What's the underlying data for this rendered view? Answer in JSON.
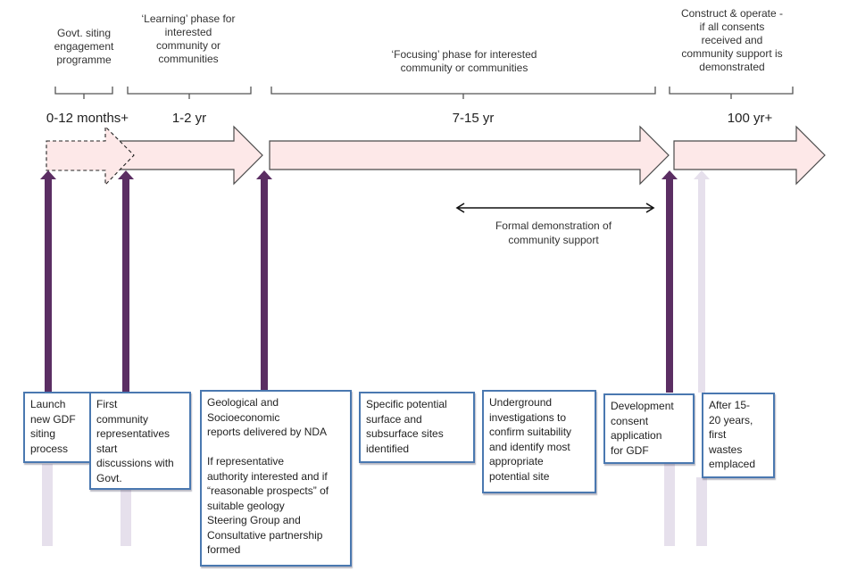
{
  "phases": [
    {
      "label": "Govt. siting\nengagement\nprogramme",
      "duration": "0-12 months+"
    },
    {
      "label": "‘Learning’ phase for\ninterested\ncommunity or\ncommunities",
      "duration": "1-2 yr"
    },
    {
      "label": "‘Focusing’ phase for interested\ncommunity or communities",
      "duration": "7-15 yr"
    },
    {
      "label": "Construct & operate -\nif all consents\nreceived and\ncommunity support is\ndemonstrated",
      "duration": "100 yr+"
    }
  ],
  "formal_demonstration": "Formal demonstration of\ncommunity support",
  "milestones": [
    {
      "text": "Launch\nnew GDF\nsiting\nprocess"
    },
    {
      "text": "First\ncommunity\nrepresentatives\nstart\ndiscussions with\nGovt."
    },
    {
      "text": "Geological and\nSocioeconomic\nreports delivered by NDA\n\nIf representative\nauthority interested and if\n“reasonable prospects” of\nsuitable geology\nSteering Group and\nConsultative partnership\nformed"
    },
    {
      "text": "Specific potential\nsurface and\nsubsurface sites\nidentified"
    },
    {
      "text": "Underground\ninvestigations to\nconfirm suitability\nand identify most\nappropriate\npotential site"
    },
    {
      "text": "Development\nconsent\napplication\nfor GDF"
    },
    {
      "text": "After 15-\n20 years,\nfirst\nwastes\nemplaced"
    }
  ],
  "colors": {
    "arrow_fill": "#fde8e8",
    "arrow_stroke": "#5a5a5a",
    "milestone_arrow": "#5b2e63",
    "future_arrow": "#e6e0ec",
    "box_border": "#4a78b0",
    "bracket": "#555555"
  }
}
